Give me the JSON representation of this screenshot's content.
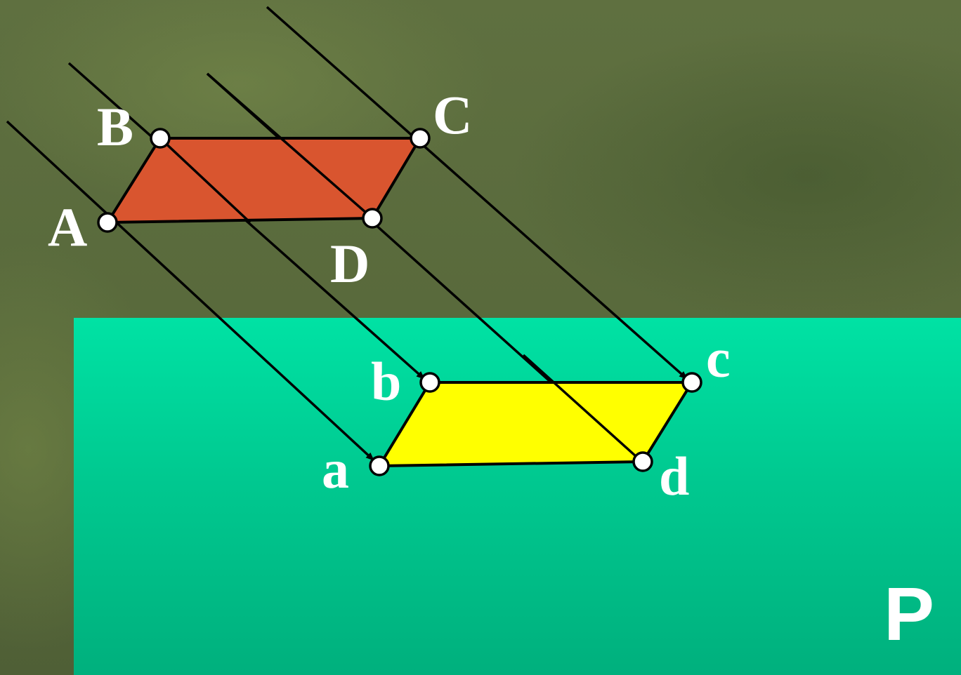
{
  "figure": {
    "original_labels": [
      "A",
      "B",
      "C",
      "D"
    ],
    "projected_labels": [
      "a",
      "b",
      "c",
      "d"
    ],
    "plane_label": "P"
  },
  "colors": {
    "background": "#5b6c3e",
    "plane": "#00d89c",
    "original_fill": "#d9552f",
    "projection_fill": "#ffff00",
    "lines": "#000000",
    "points": "#ffffff",
    "labels": "#ffffff"
  }
}
